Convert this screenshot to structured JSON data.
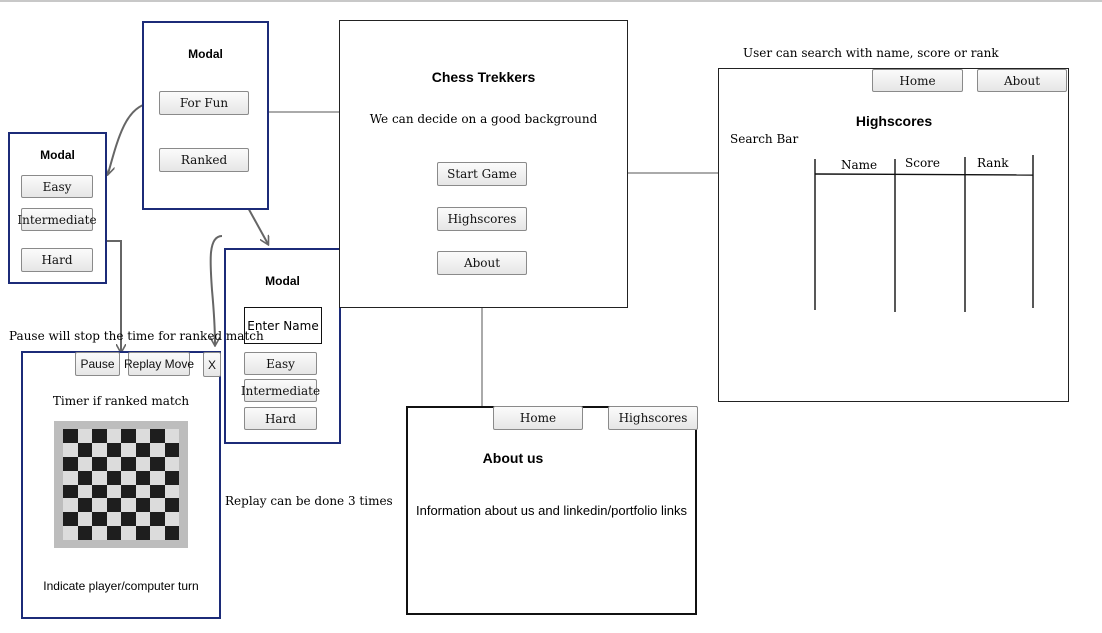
{
  "modal_mode": {
    "title": "Modal",
    "for_fun": "For Fun",
    "ranked": "Ranked"
  },
  "modal_difficulty": {
    "title": "Modal",
    "easy": "Easy",
    "intermediate": "Intermediate",
    "hard": "Hard"
  },
  "modal_ranked": {
    "title": "Modal",
    "name_input": "Enter Name",
    "easy": "Easy",
    "intermediate": "Intermediate",
    "hard": "Hard"
  },
  "home_screen": {
    "title": "Chess Trekkers",
    "background_note": "We can decide on a good background",
    "start_game": "Start Game",
    "highscores": "Highscores",
    "about": "About"
  },
  "highscores_screen": {
    "search_note": "User can search with name, score or rank",
    "home": "Home",
    "about": "About",
    "title": "Highscores",
    "search_bar": "Search Bar",
    "columns": [
      "Name",
      "Score",
      "Rank"
    ]
  },
  "game_screen": {
    "pause_note": "Pause will stop the time for ranked match",
    "pause": "Pause",
    "replay_move": "Replay Move",
    "close": "X",
    "timer_note": "Timer if ranked match",
    "turn_note": "Indicate player/computer turn",
    "replay_note": "Replay can be done 3 times"
  },
  "about_screen": {
    "home": "Home",
    "highscores": "Highscores",
    "title": "About us",
    "info": "Information about us and linkedin/portfolio links"
  },
  "colors": {
    "modal_border": "#1c2b78",
    "frame_border": "#222222",
    "connector": "#666666"
  }
}
